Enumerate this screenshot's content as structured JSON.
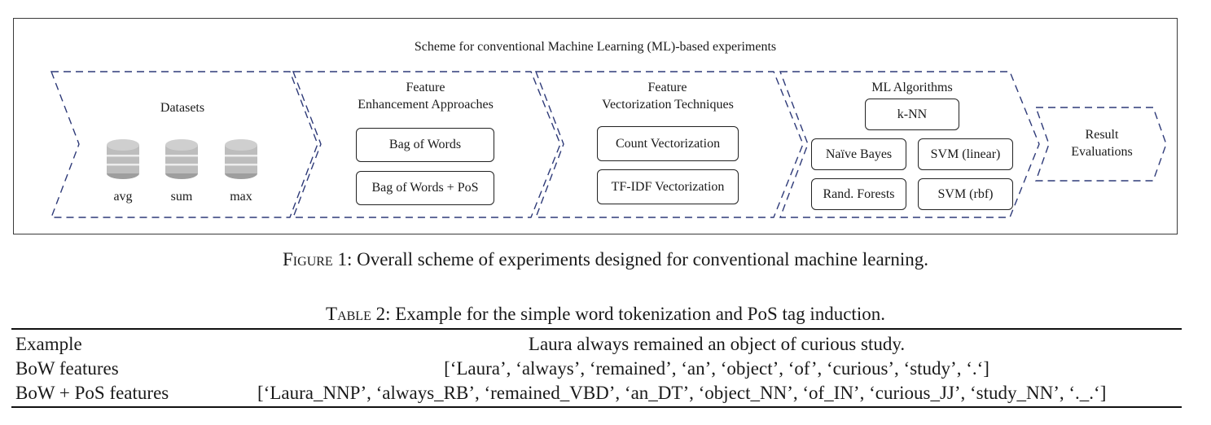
{
  "figure": {
    "title": "Scheme for conventional Machine Learning (ML)-based experiments",
    "stage_datasets": {
      "label": "Datasets",
      "databases": [
        {
          "icon": "database-icon",
          "label": "avg"
        },
        {
          "icon": "database-icon",
          "label": "sum"
        },
        {
          "icon": "database-icon",
          "label": "max"
        }
      ]
    },
    "stage_enhancement": {
      "label_line1": "Feature",
      "label_line2": "Enhancement Approaches",
      "boxes": [
        "Bag of Words",
        "Bag of Words + PoS"
      ]
    },
    "stage_vectorization": {
      "label_line1": "Feature",
      "label_line2": "Vectorization Techniques",
      "boxes": [
        "Count Vectorization",
        "TF-IDF Vectorization"
      ]
    },
    "stage_algorithms": {
      "label": "ML Algorithms",
      "boxes": [
        "k-NN",
        "Naïve Bayes",
        "SVM (linear)",
        "Rand. Forests",
        "SVM (rbf)"
      ]
    },
    "stage_results": {
      "label_line1": "Result",
      "label_line2": "Evaluations"
    },
    "caption_prefix": "Figure 1",
    "caption_text": ": Overall scheme of experiments designed for conventional machine learning."
  },
  "table": {
    "caption_prefix": "Table 2",
    "caption_text": ": Example for the simple word tokenization and PoS tag induction.",
    "rows": [
      {
        "label": "Example",
        "value": "Laura always remained an object of curious study."
      },
      {
        "label": "BoW features",
        "value": "[‘Laura’, ‘always’, ‘remained’, ‘an’, ‘object’, ‘of’, ‘curious’, ‘study’, ‘.‘]"
      },
      {
        "label": "BoW + PoS features",
        "value": "[‘Laura_NNP’, ‘always_RB’, ‘remained_VBD’, ‘an_DT’, ‘object_NN’, ‘of_IN’, ‘curious_JJ’, ‘study_NN’, ‘._.‘]"
      }
    ]
  },
  "colors": {
    "chevron_dash": "#2e3a78",
    "database_fill": "#bdbdbd",
    "database_band": "#e9e9e9"
  }
}
